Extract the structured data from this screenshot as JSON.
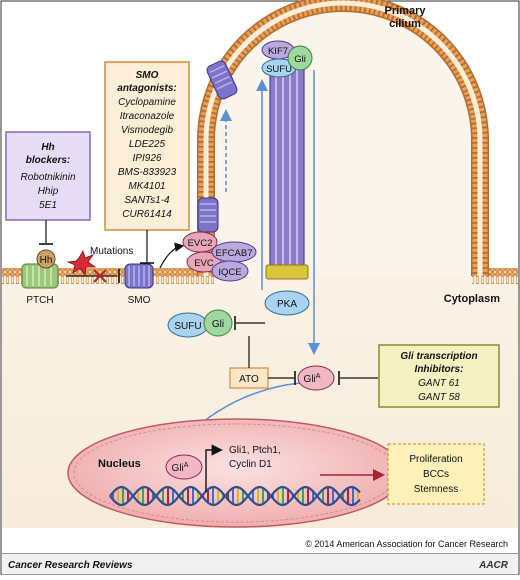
{
  "labels": {
    "primary_cilium": [
      "Primary",
      "cilium"
    ],
    "cytoplasm": "Cytoplasm",
    "mutations": "Mutations",
    "ptch": "PTCH",
    "smo": "SMO",
    "hh": "Hh",
    "kif7": "KIF7",
    "sufu": "SUFU",
    "gli": "Gli",
    "evc2": "EVC2",
    "evc": "EVC",
    "efcab7": "EFCAB7",
    "iqce": "IQCE",
    "pka": "PKA",
    "ato": "ATO",
    "gli_a_base": "Gli",
    "gli_a_sup": "A",
    "nucleus": "Nucleus",
    "targets": [
      "Gli1, Ptch1,",
      "Cyclin D1"
    ]
  },
  "boxes": {
    "smo_antagonists": {
      "title": [
        "SMO",
        "antagonists:"
      ],
      "items": [
        "Cyclopamine",
        "Itraconazole",
        "Vismodegib",
        "LDE225",
        "IPI926",
        "BMS-833923",
        "MK4101",
        "SANTs1-4",
        "CUR61414"
      ]
    },
    "hh_blockers": {
      "title": [
        "Hh",
        "blockers:"
      ],
      "items": [
        "Robotnikinin",
        "Hhip",
        "5E1"
      ]
    },
    "gli_inhibitors": {
      "title": [
        "Gli transcription",
        "Inhibitors:"
      ],
      "items": [
        "GANT 61",
        "GANT 58"
      ]
    },
    "outcomes": {
      "items": [
        "Proliferation",
        "BCCs",
        "Stemness"
      ]
    }
  },
  "footer": {
    "copyright": "© 2014 American Association for Cancer Research",
    "journal": "Cancer Research Reviews",
    "logo": "AACR"
  },
  "colors": {
    "membrane": "#e6a05a",
    "smo": "#7b74c9",
    "cilium_axoneme": "#8c7cc8",
    "evc_complex": "#e9a6b6",
    "gli_green": "#9fd79e",
    "pka_blue": "#a9d3ee",
    "gli_active": "#f2b7c2",
    "nucleus": "#f4c6c6",
    "outcome_yellow": "#fdf0b8",
    "hh_blocker_box": "#e6dcf4",
    "arrow_blue": "#5b8fd6",
    "arrow_red": "#a7232f"
  }
}
